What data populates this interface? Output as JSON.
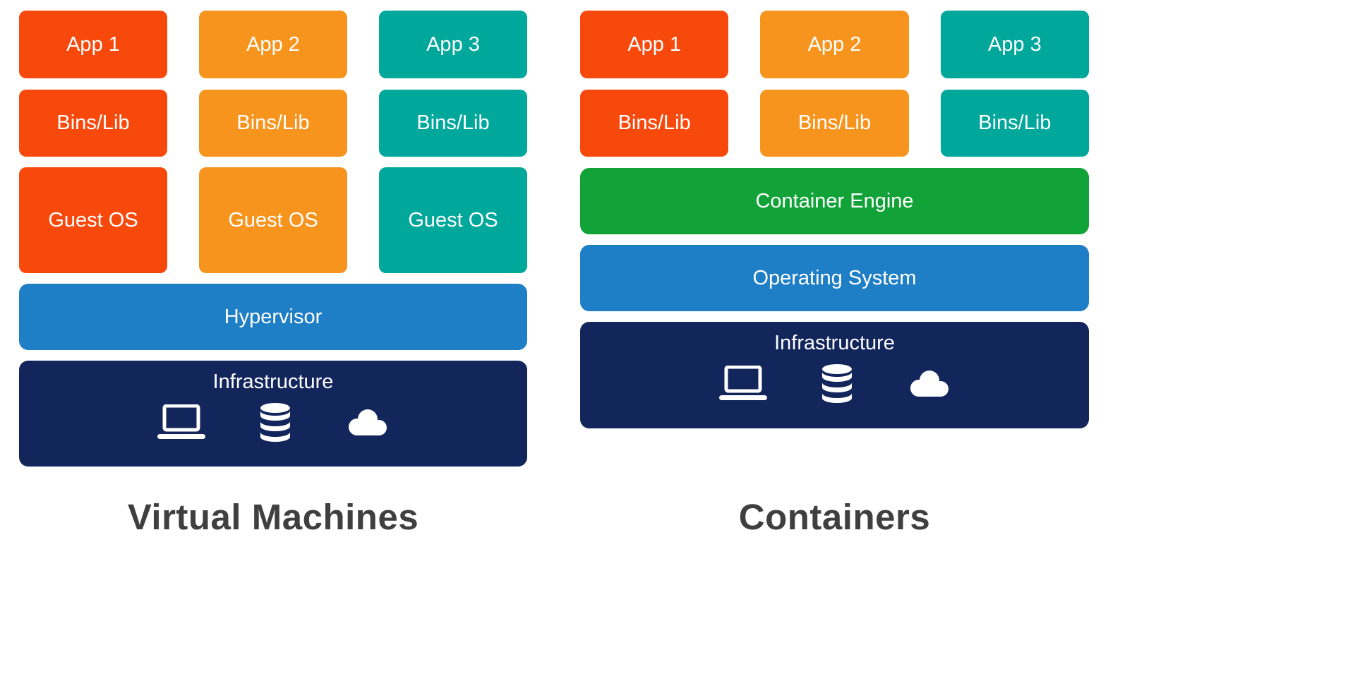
{
  "colors": {
    "stack1": "#F8490D",
    "stack2": "#F7941E",
    "stack3": "#00A79B",
    "engine_green": "#12A338",
    "bar_blue": "#1E7EC6",
    "navy": "#13265C",
    "title_text": "#3F3F3F"
  },
  "vm": {
    "title": "Virtual Machines",
    "stacks": [
      {
        "app": "App 1",
        "bins": "Bins/Lib",
        "guest_os": "Guest OS"
      },
      {
        "app": "App 2",
        "bins": "Bins/Lib",
        "guest_os": "Guest OS"
      },
      {
        "app": "App 3",
        "bins": "Bins/Lib",
        "guest_os": "Guest OS"
      }
    ],
    "hypervisor": "Hypervisor",
    "infrastructure": "Infrastructure",
    "infrastructure_icons": [
      "laptop-icon",
      "database-icon",
      "cloud-icon"
    ]
  },
  "containers": {
    "title": "Containers",
    "stacks": [
      {
        "app": "App 1",
        "bins": "Bins/Lib"
      },
      {
        "app": "App 2",
        "bins": "Bins/Lib"
      },
      {
        "app": "App 3",
        "bins": "Bins/Lib"
      }
    ],
    "container_engine": "Container Engine",
    "operating_system": "Operating System",
    "infrastructure": "Infrastructure",
    "infrastructure_icons": [
      "laptop-icon",
      "database-icon",
      "cloud-icon"
    ]
  }
}
